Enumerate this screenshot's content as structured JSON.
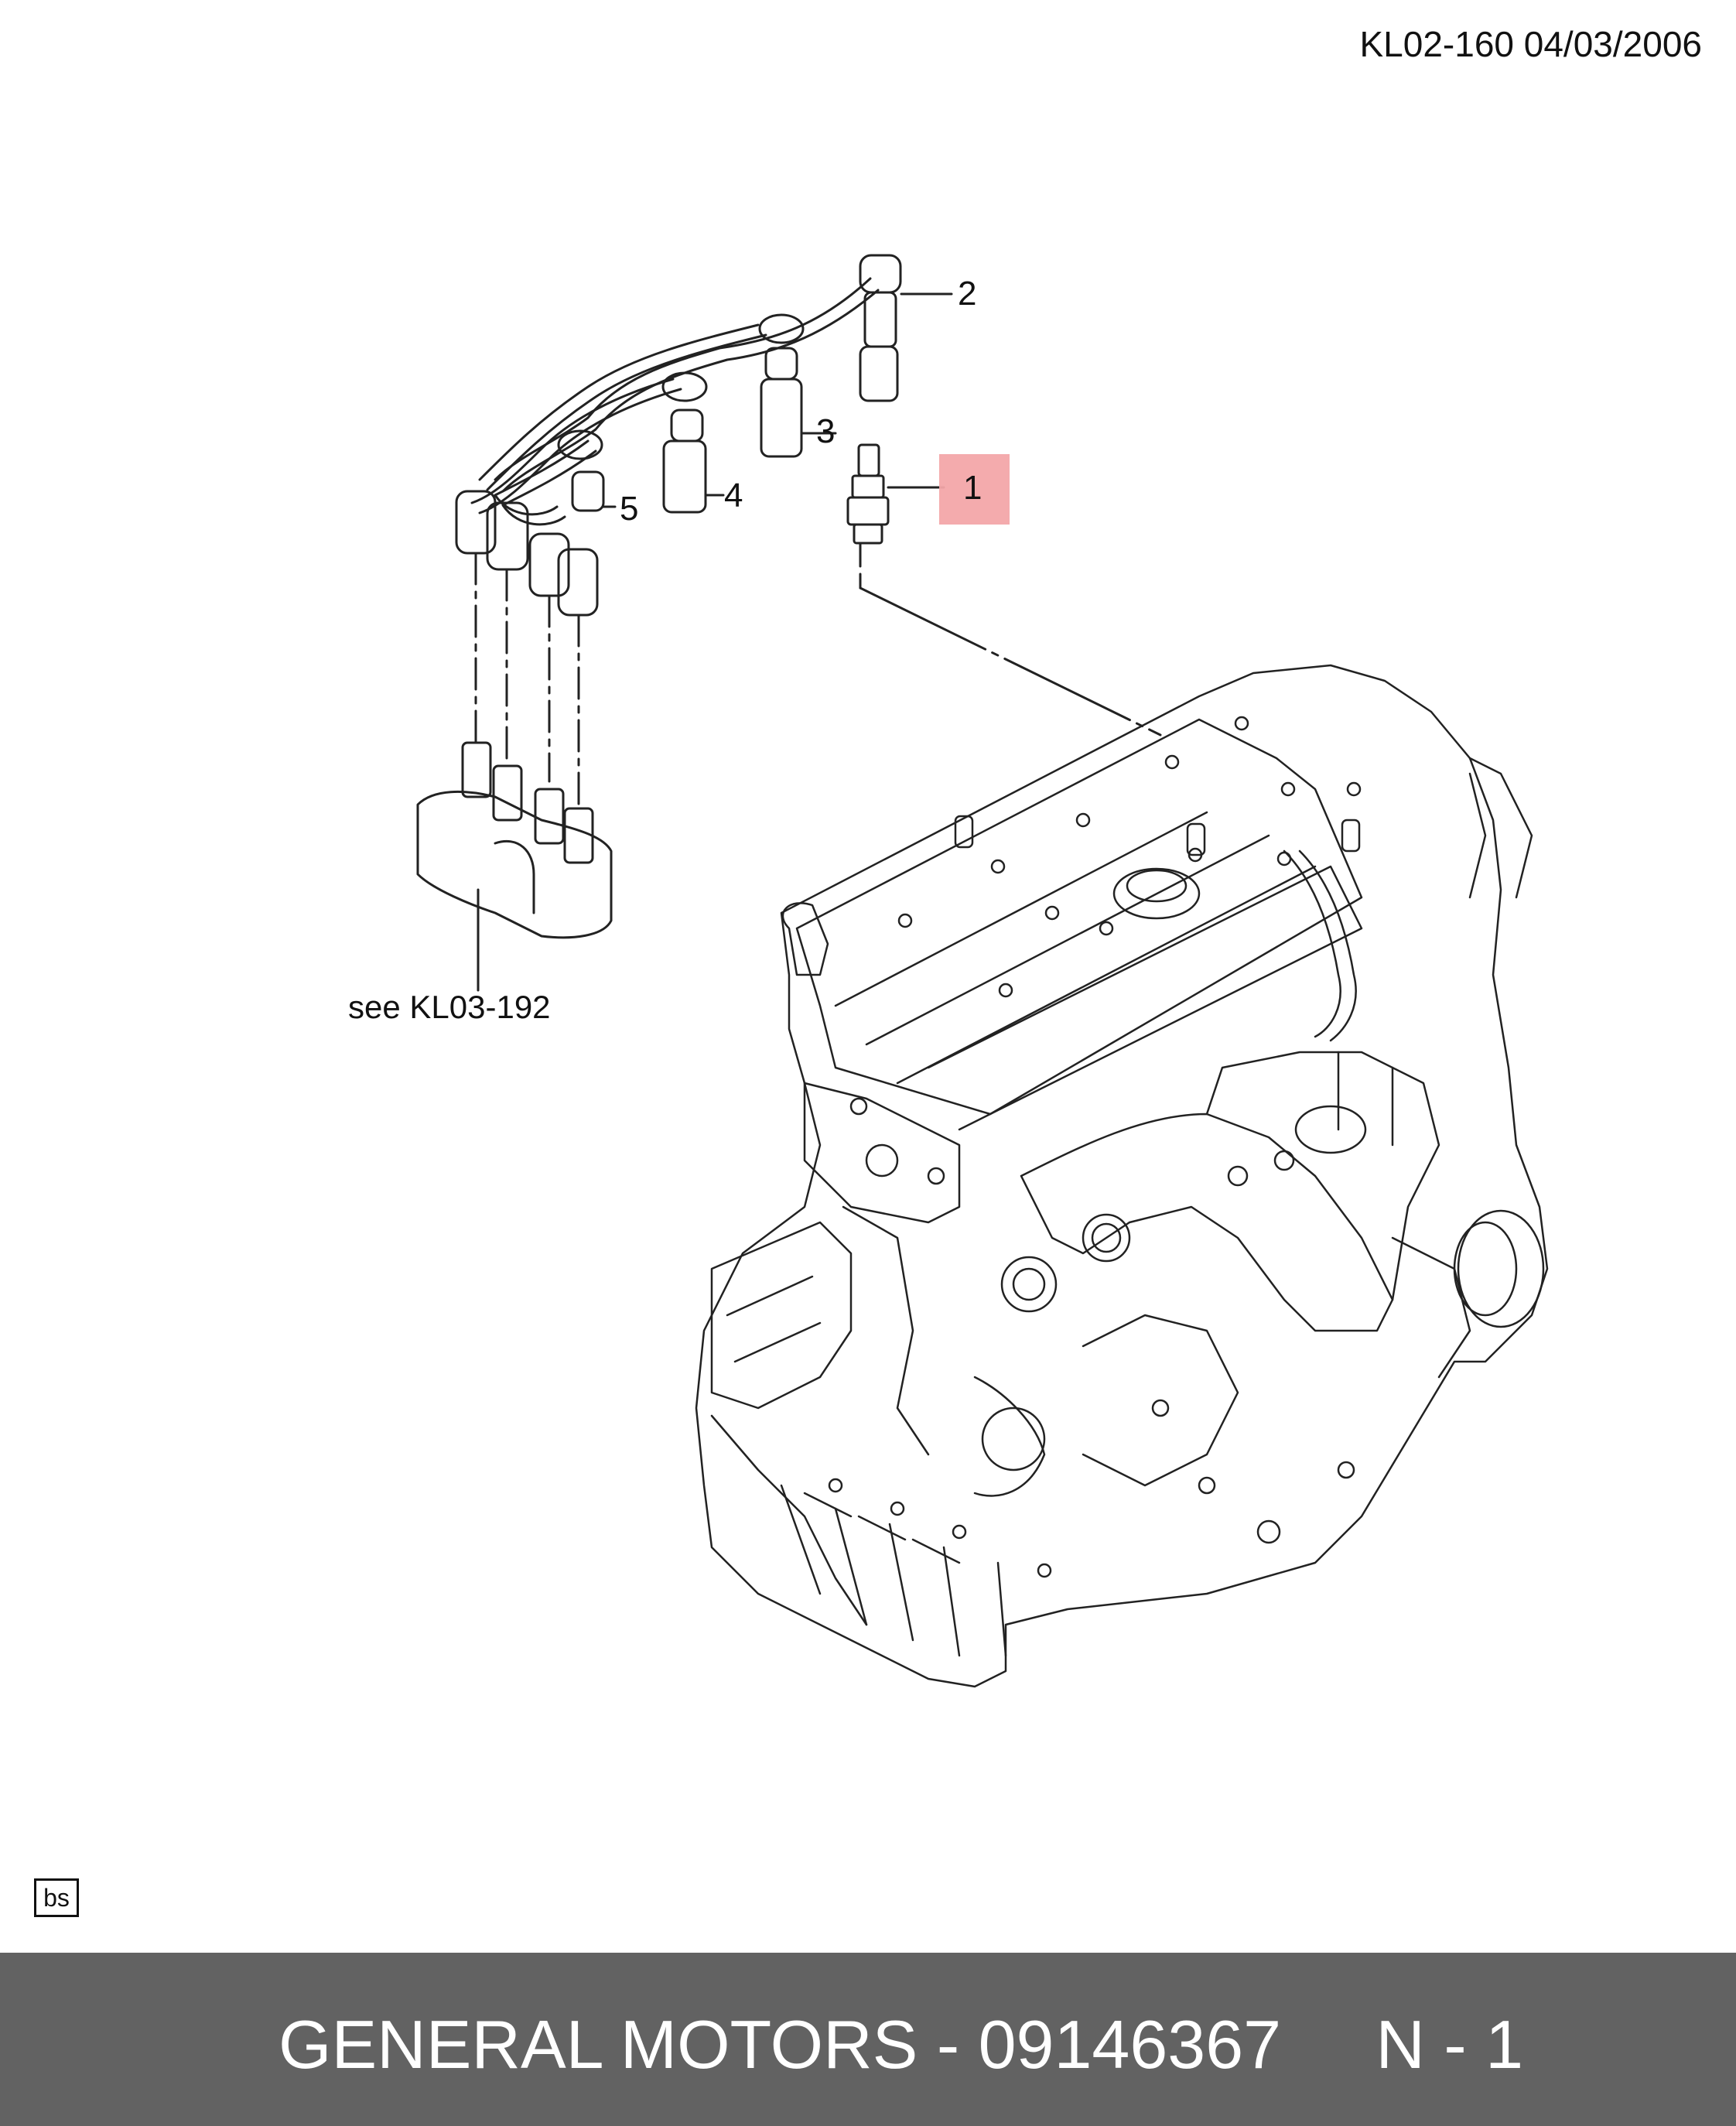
{
  "header": {
    "doc_id": "KL02-160 04/03/2006"
  },
  "callouts": [
    {
      "number": "1",
      "highlighted": true
    },
    {
      "number": "2"
    },
    {
      "number": "3"
    },
    {
      "number": "4"
    },
    {
      "number": "5"
    }
  ],
  "reference": {
    "text": "see KL03-192"
  },
  "badge": {
    "text": "bs"
  },
  "highlight_color": "#f3a6a9",
  "footer": {
    "brand": "GENERAL MOTORS",
    "separator": "-",
    "part_number": "09146367",
    "suffix": "N - 1",
    "background": "#626262"
  }
}
